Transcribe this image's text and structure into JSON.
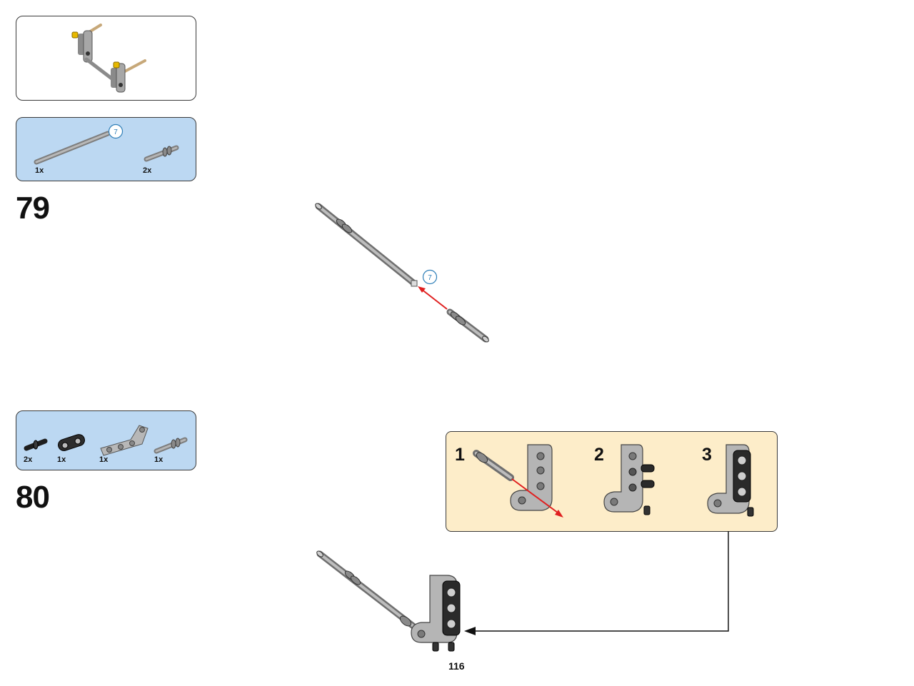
{
  "page": {
    "number": "116"
  },
  "step79": {
    "number": "79",
    "parts": [
      {
        "qty": "1x",
        "part": "axle-long",
        "badge": "7"
      },
      {
        "qty": "2x",
        "part": "pin-axle"
      }
    ],
    "badge_on_model": "7"
  },
  "step80": {
    "number": "80",
    "parts": [
      {
        "qty": "2x",
        "part": "black-pin"
      },
      {
        "qty": "1x",
        "part": "black-beam-connector"
      },
      {
        "qty": "1x",
        "part": "angled-beam"
      },
      {
        "qty": "1x",
        "part": "pin-axle"
      }
    ],
    "substeps": [
      "1",
      "2",
      "3"
    ]
  },
  "colors": {
    "parts_panel": "#bcd8f2",
    "substep_panel": "#fdedc9",
    "arrow_red": "#e02020",
    "part_gray": "#9a9a9a",
    "badge_blue": "#2f7fb8"
  }
}
